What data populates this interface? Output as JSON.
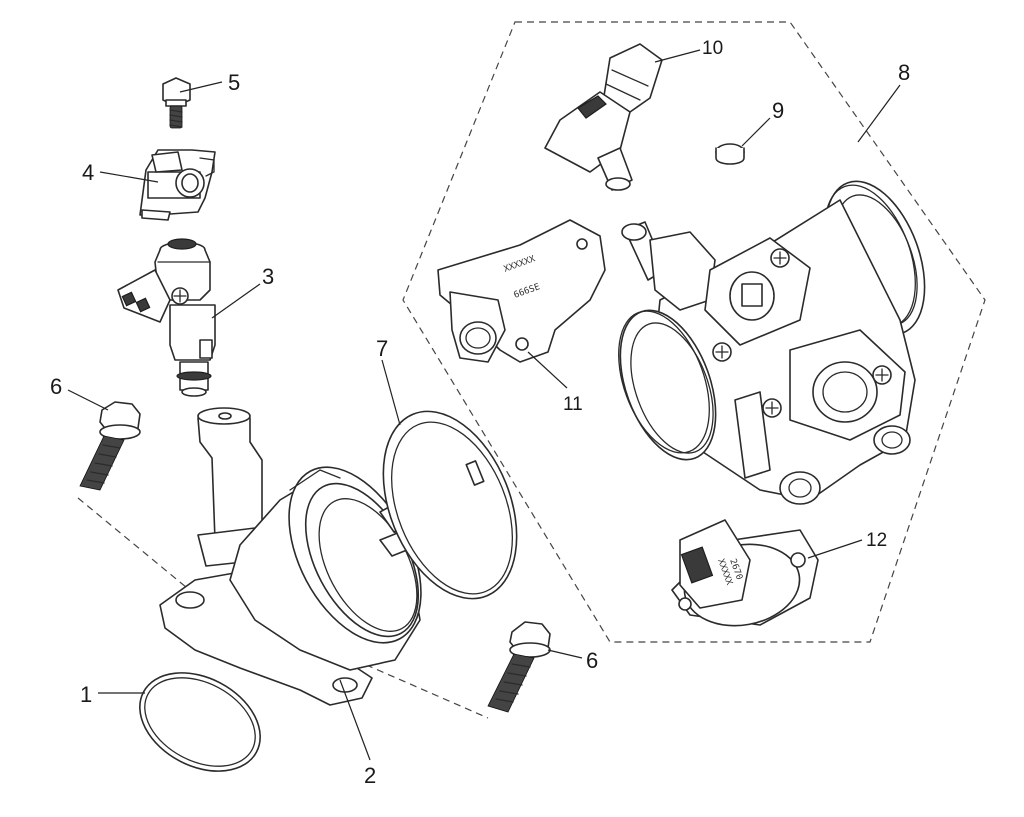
{
  "callouts": [
    {
      "id": "1",
      "part": "o-ring"
    },
    {
      "id": "2",
      "part": "intake-manifold"
    },
    {
      "id": "3",
      "part": "fuel-injector"
    },
    {
      "id": "4",
      "part": "injector-cap"
    },
    {
      "id": "5",
      "part": "cap-bolt"
    },
    {
      "id": "6a",
      "label": "6",
      "part": "flange-bolt-upper"
    },
    {
      "id": "6b",
      "label": "6",
      "part": "flange-bolt-lower"
    },
    {
      "id": "7",
      "part": "hose-clamp-band"
    },
    {
      "id": "8",
      "part": "throttle-body-assembly"
    },
    {
      "id": "9",
      "part": "cap"
    },
    {
      "id": "10",
      "part": "sensor"
    },
    {
      "id": "11",
      "part": "throttle-position-sensor"
    },
    {
      "id": "12",
      "part": "idle-control-valve"
    }
  ],
  "labels": {
    "1": "1",
    "2": "2",
    "3": "3",
    "4": "4",
    "5": "5",
    "6a": "6",
    "6b": "6",
    "7": "7",
    "8": "8",
    "9": "9",
    "10": "10",
    "11": "11",
    "12": "12"
  },
  "stamps": {
    "tps_code_1": "XXXXXX",
    "tps_code_2": "666SE",
    "valve_code_1": "XXXXX",
    "valve_code_2": "2670"
  }
}
